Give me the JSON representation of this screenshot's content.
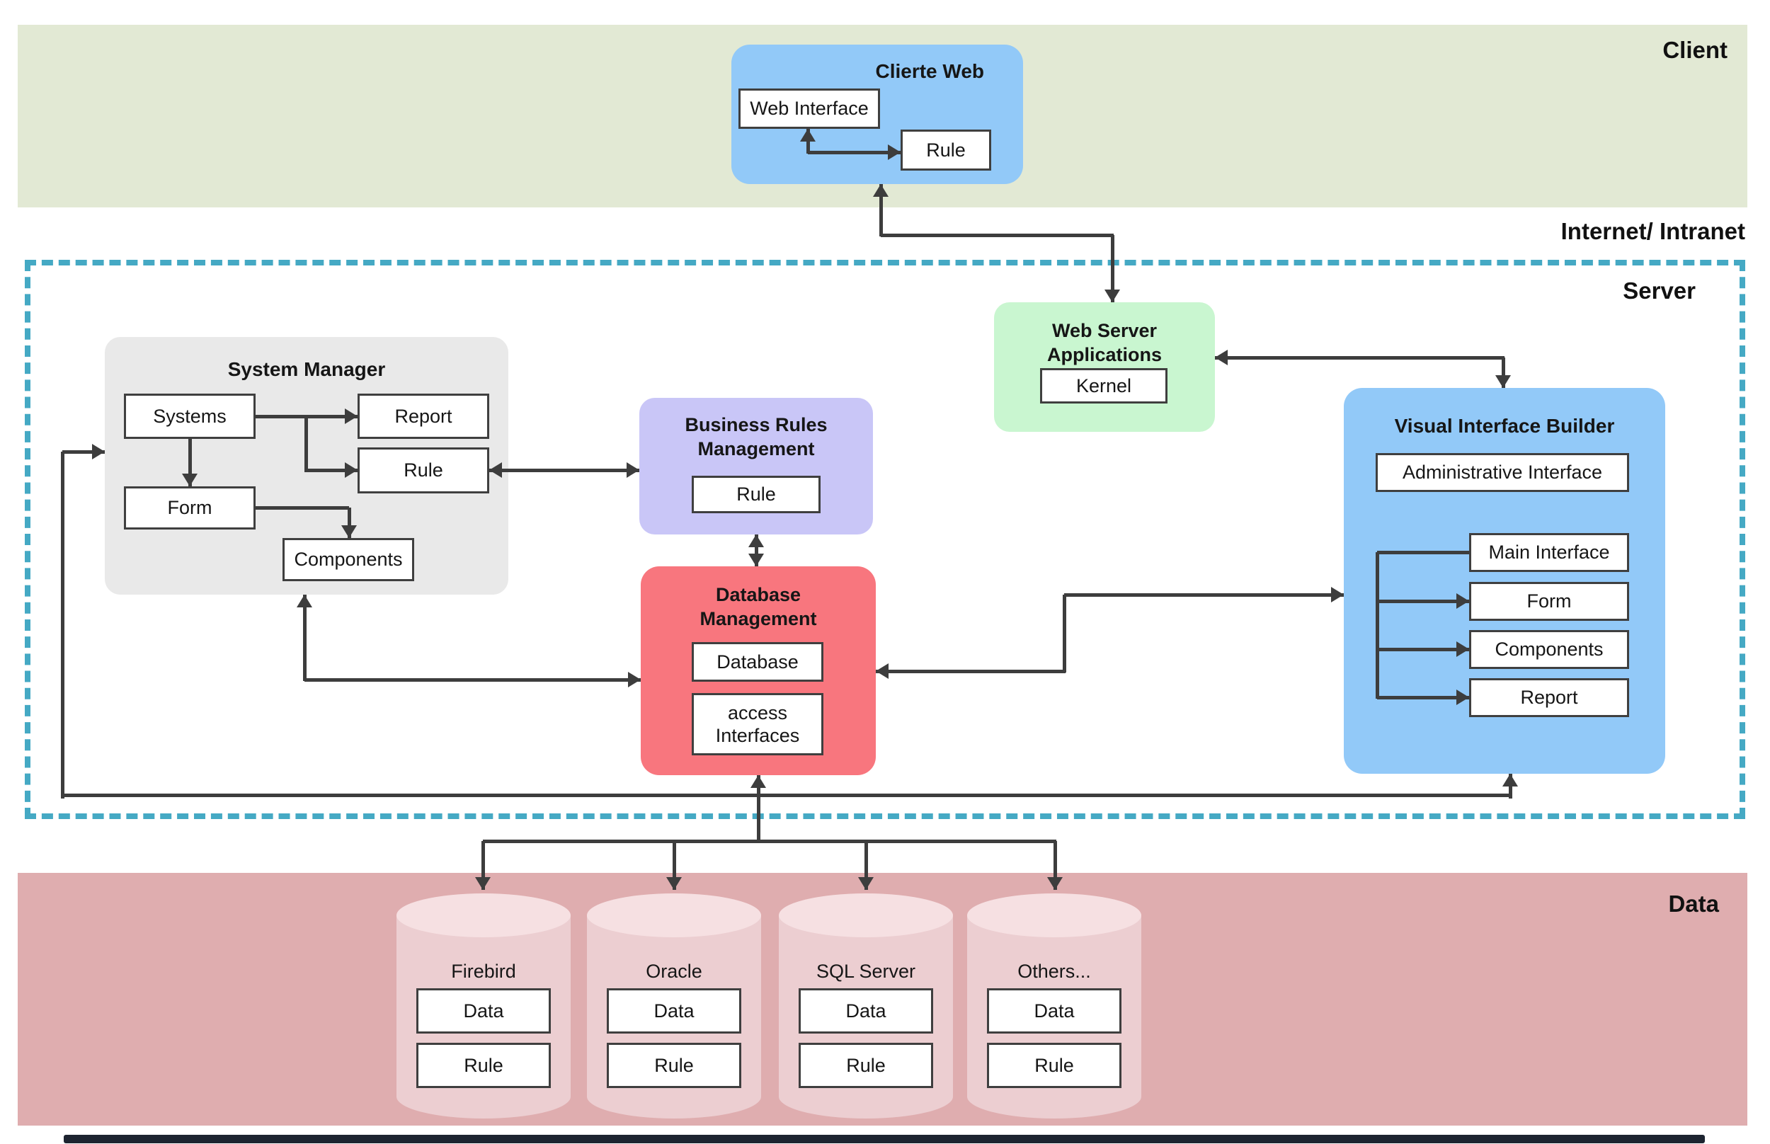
{
  "bands": {
    "client_label": "Client",
    "internet_label": "Internet/ Intranet",
    "server_label": "Server",
    "data_label": "Data"
  },
  "client_web": {
    "title": "Clierte Web",
    "web_interface_label": "Web Interface",
    "rule_label": "Rule"
  },
  "web_server_applications": {
    "title": "Web Server\nApplications",
    "kernel_label": "Kernel"
  },
  "system_manager": {
    "title": "System Manager",
    "systems_label": "Systems",
    "report_label": "Report",
    "rule_label": "Rule",
    "form_label": "Form",
    "components_label": "Components"
  },
  "business_rules_management": {
    "title": "Business Rules\nManagement",
    "rule_label": "Rule"
  },
  "database_management": {
    "title": "Database\nManagement",
    "database_label": "Database",
    "access_interfaces_label": "access\nInterfaces"
  },
  "visual_interface_builder": {
    "title": "Visual Interface Builder",
    "administrative_interface_label": "Administrative Interface",
    "main_interface_label": "Main Interface",
    "form_label": "Form",
    "components_label": "Components",
    "report_label": "Report"
  },
  "data_stores": [
    {
      "name": "Firebird",
      "data_label": "Data",
      "rule_label": "Rule"
    },
    {
      "name": "Oracle",
      "data_label": "Data",
      "rule_label": "Rule"
    },
    {
      "name": "SQL Server",
      "data_label": "Data",
      "rule_label": "Rule"
    },
    {
      "name": "Others...",
      "data_label": "Data",
      "rule_label": "Rule"
    }
  ],
  "colors": {
    "client_band": "#e2e9d4",
    "data_band": "#dfadaf",
    "server_dashed_border": "#45a9c4",
    "blue_group": "#92c9f8",
    "green_group": "#c9f6d0",
    "gray_group": "#e9e9e9",
    "purple_group": "#c9c6f7",
    "red_group": "#f8767e",
    "cylinder_body": "#ecced1",
    "cylinder_top": "#f6e0e2",
    "arrow": "#3d3d3d",
    "bottom_bar": "#1d2430"
  }
}
